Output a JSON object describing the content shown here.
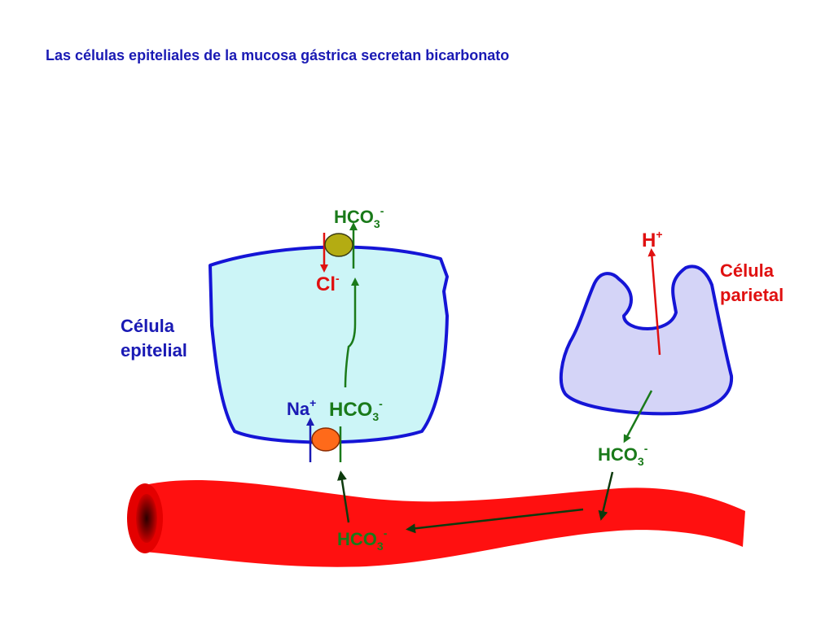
{
  "title": "Las células epiteliales de la mucosa gástrica secretan bicarbonato",
  "labels": {
    "hco3_top": {
      "base": "HCO",
      "sub": "3",
      "sup": "-"
    },
    "cl": {
      "base": "Cl",
      "sup": "-"
    },
    "na": {
      "base": "Na",
      "sup": "+"
    },
    "hco3_epi_bottom": {
      "base": "HCO",
      "sub": "3",
      "sup": "-"
    },
    "h": {
      "base": "H",
      "sup": "+"
    },
    "hco3_parietal": {
      "base": "HCO",
      "sub": "3",
      "sup": "-"
    },
    "hco3_blood": {
      "base": "HCO",
      "sub": "3",
      "sup": "-"
    },
    "epithelial_cell": {
      "line1": "Célula",
      "line2": "epitelial"
    },
    "parietal_cell": {
      "line1": "Célula",
      "line2": "parietal"
    }
  },
  "colors": {
    "title": "#1a1ab4",
    "epithelial_fill": "#ccf5f7",
    "parietal_fill": "#d4d4f7",
    "membrane": "#1515d6",
    "vessel": "#ff1010",
    "green_arrow": "#1a7a1a",
    "red_arrow": "#e01010",
    "blue_arrow": "#1a1ab4",
    "top_transporter": "#b4ac12",
    "bottom_transporter": "#ff6a1a",
    "dark_arrow": "#0d3a0d"
  }
}
